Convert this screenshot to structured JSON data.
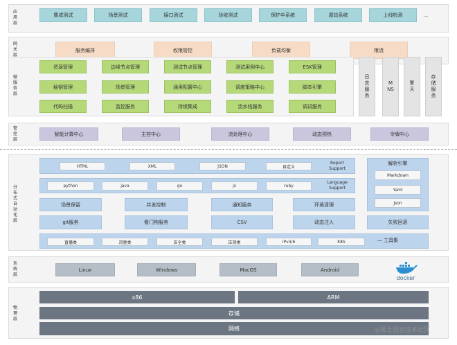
{
  "app_layer": {
    "label": "应用层",
    "items": [
      "集成测试",
      "场景测试",
      "接口测试",
      "验收测试",
      "保护伞系统",
      "遁站系统",
      "上线检测"
    ],
    "more": "..."
  },
  "gateway_layer": {
    "label": "网关层",
    "items": [
      "服务编排",
      "权限管控",
      "负载均衡",
      "限流"
    ]
  },
  "micro_layer": {
    "label": "微服务层",
    "items": [
      "资源管理",
      "边缘节点管理",
      "测试节点管理",
      "测试用例中心",
      "ESK管理",
      "秘钥管理",
      "场景管理",
      "通用配置中心",
      "调度策略中心",
      "脚本引擎",
      "代码扫描",
      "监控服务",
      "持续集成",
      "流水线服务",
      "调试服务"
    ],
    "side": [
      "日志服务",
      "MNS",
      "擎天",
      "存储服务"
    ]
  },
  "control_layer": {
    "label": "管控层",
    "items": [
      "智能计算中心",
      "主控中心",
      "流处理中心",
      "动态预热",
      "令牌中心"
    ]
  },
  "auto_layer": {
    "label": "分布式自动化层",
    "report": {
      "items": [
        "HTML",
        "XML",
        "JSON",
        "自定义"
      ],
      "label": "Report Support"
    },
    "language": {
      "items": [
        "python",
        "java",
        "go",
        "js",
        "ruby"
      ],
      "label": "Language Support"
    },
    "row3": [
      "场景保留",
      "并发控制",
      "通知服务",
      "环境清理"
    ],
    "row4": [
      "git服务",
      "看门狗服务",
      "CSV",
      "动态注入",
      "失败回滚"
    ],
    "parser": {
      "title": "解析引擎",
      "items": [
        "Markdown",
        "Yaml",
        "Json"
      ]
    },
    "tools": {
      "items": [
        "直播类",
        "流量类",
        "安全类",
        "压测类",
        "IPv4/6",
        "K8S"
      ],
      "label": "— 工具集"
    }
  },
  "system_layer": {
    "label": "系统层",
    "items": [
      "Linux",
      "Windows",
      "MacOS",
      "Android"
    ],
    "docker": "docker"
  },
  "physical_layer": {
    "label": "物理层",
    "items": [
      "x86",
      "ARM",
      "存储",
      "网络"
    ]
  },
  "watermark": "@稀土掘金技术社区",
  "colors": {
    "app": "#a6d5db",
    "gateway": "#f6dcc6",
    "micro": "#b5d979",
    "control": "#c9c6de",
    "auto": "#bcd4ec",
    "system": "#b5bec7",
    "physical": "#6b7682"
  }
}
